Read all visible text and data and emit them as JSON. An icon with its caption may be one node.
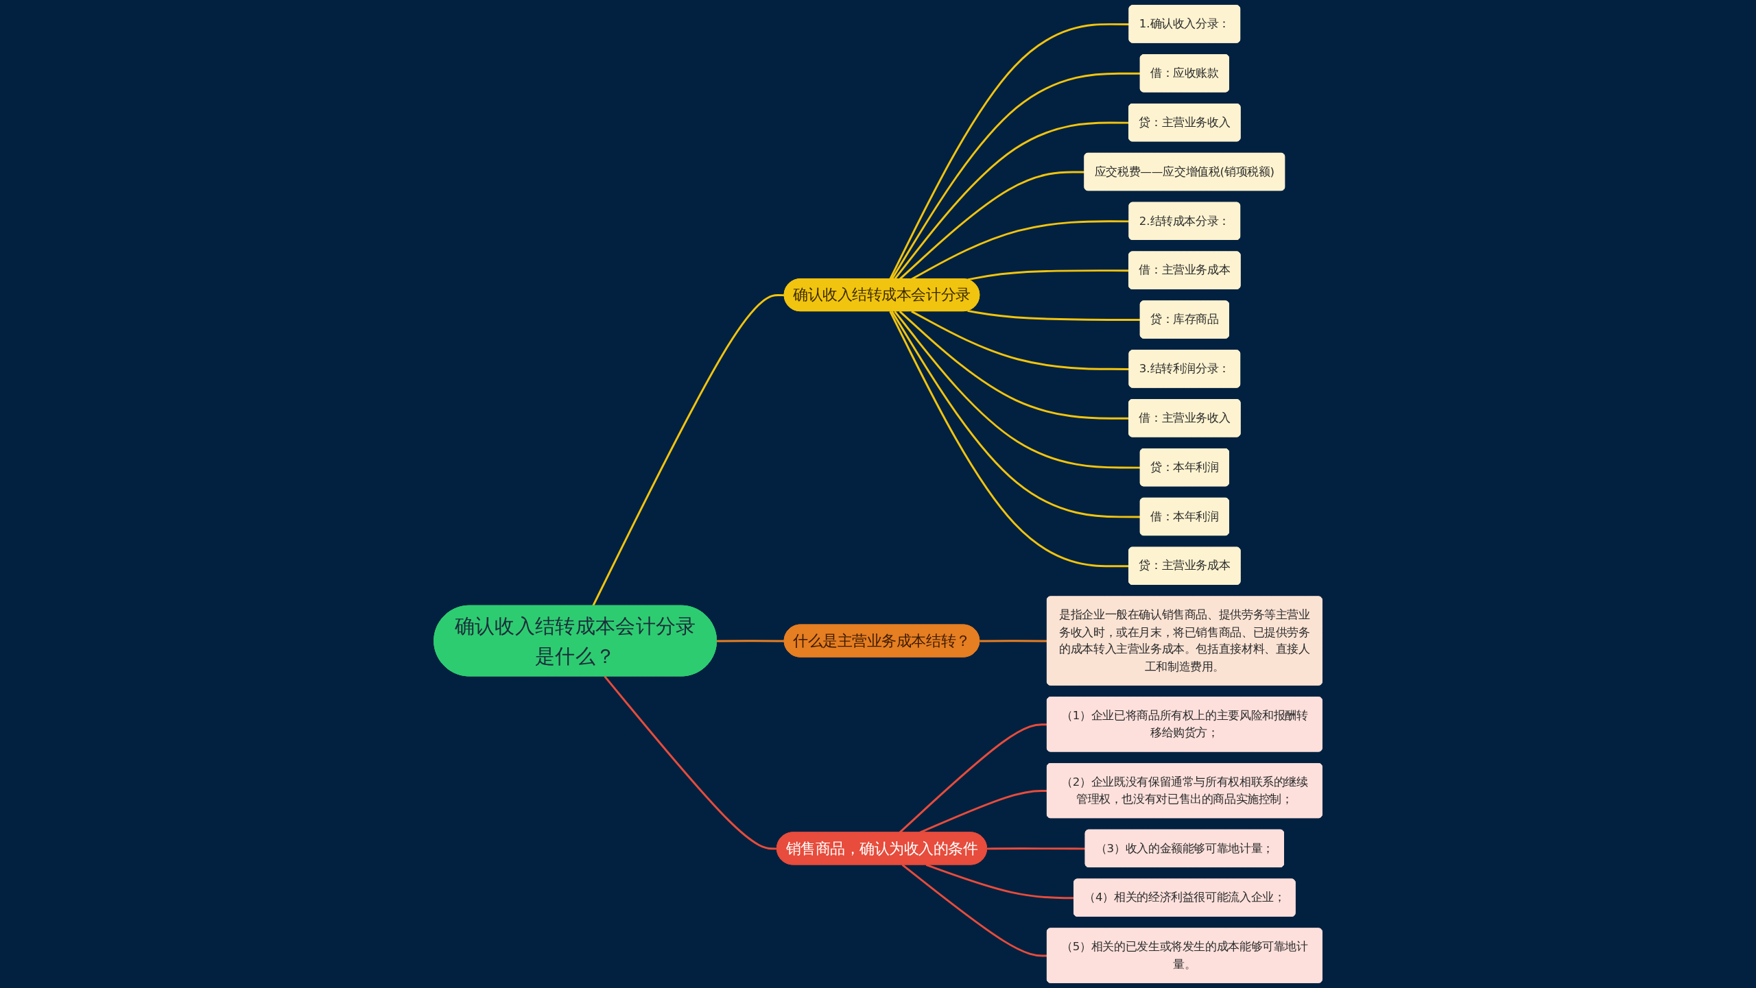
{
  "diagram": {
    "nodes": [
      {
        "text": [
          "确认收入结转成本会计分录是什么？"
        ]
      },
      {
        "text": [
          "确认收入结转成本会计分录"
        ]
      },
      {
        "text": [
          "1.确认收入分录："
        ]
      },
      {
        "text": [
          "借：应收账款"
        ]
      },
      {
        "text": [
          "贷：主营业务收入"
        ]
      },
      {
        "text": [
          "应交税费——应交增值税(销项税额)"
        ]
      },
      {
        "text": [
          "2.结转成本分录："
        ]
      },
      {
        "text": [
          "借：主营业务成本"
        ]
      },
      {
        "text": [
          "贷：库存商品"
        ]
      },
      {
        "text": [
          "3.结转利润分录："
        ]
      },
      {
        "text": [
          "借：主营业务收入"
        ]
      },
      {
        "text": [
          "贷：本年利润"
        ]
      },
      {
        "text": [
          "借：本年利润"
        ]
      },
      {
        "text": [
          "贷：主营业务成本"
        ]
      },
      {
        "text": [
          "什么是主营业务成本结转？"
        ]
      },
      {
        "text": [
          "是指企业一般在确认销售商品、提供劳务等主营业务收入时，或在月末，将已销售商品、已提供劳务的成本转入主营业务成本。包括直接材料、直接人工和制造费用。"
        ]
      },
      {
        "text": [
          "销售商品，确认为收入的条件"
        ]
      },
      {
        "text": [
          "（1）企业已将商品所有权上的主要风险和报酬转移给购货方；"
        ]
      },
      {
        "text": [
          "（2）企业既没有保留通常与所有权相联系的继续管理权，也没有对已售出的商品实施控制；"
        ]
      },
      {
        "text": [
          "（3）收入的金额能够可靠地计量；"
        ]
      },
      {
        "text": [
          "（4）相关的经济利益很可能流入企业；"
        ]
      },
      {
        "text": [
          "（5）相关的已发生或将发生的成本能够可靠地计量。"
        ]
      }
    ],
    "edges": [
      {
        "from": 0,
        "to": 1,
        "arrow": "none"
      },
      {
        "from": 1,
        "to": 2,
        "arrow": "none"
      },
      {
        "from": 1,
        "to": 3,
        "arrow": "none"
      },
      {
        "from": 1,
        "to": 4,
        "arrow": "none"
      },
      {
        "from": 1,
        "to": 5,
        "arrow": "none"
      },
      {
        "from": 1,
        "to": 6,
        "arrow": "none"
      },
      {
        "from": 1,
        "to": 7,
        "arrow": "none"
      },
      {
        "from": 1,
        "to": 8,
        "arrow": "none"
      },
      {
        "from": 1,
        "to": 9,
        "arrow": "none"
      },
      {
        "from": 1,
        "to": 10,
        "arrow": "none"
      },
      {
        "from": 1,
        "to": 11,
        "arrow": "none"
      },
      {
        "from": 1,
        "to": 12,
        "arrow": "none"
      },
      {
        "from": 1,
        "to": 13,
        "arrow": "none"
      },
      {
        "from": 0,
        "to": 14,
        "arrow": "none",
        "color": "#e67e22"
      },
      {
        "from": 14,
        "to": 15,
        "arrow": "none",
        "color": "#e67e22"
      },
      {
        "from": 0,
        "to": 16,
        "arrow": "none",
        "color": "#e74c3c"
      },
      {
        "from": 16,
        "to": 17,
        "arrow": "none",
        "color": "#e74c3c"
      },
      {
        "from": 16,
        "to": 18,
        "arrow": "none",
        "color": "#e74c3c"
      },
      {
        "from": 16,
        "to": 19,
        "arrow": "none",
        "color": "#e74c3c"
      },
      {
        "from": 16,
        "to": 20,
        "arrow": "none",
        "color": "#e74c3c"
      },
      {
        "from": 16,
        "to": 21,
        "arrow": "none",
        "color": "#e74c3c"
      }
    ]
  }
}
